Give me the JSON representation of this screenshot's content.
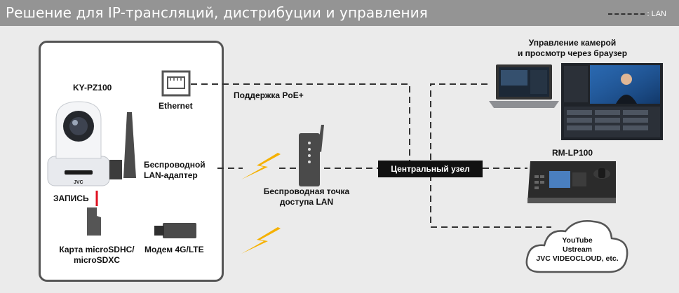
{
  "header": {
    "title": "Решение для IP-трансляций, дистрибуции и управления",
    "legend_label": ": LAN"
  },
  "camera": {
    "model": "KY-PZ100",
    "brand": "JVC",
    "record_label": "ЗАПИСЬ"
  },
  "ports": {
    "ethernet": "Ethernet",
    "wireless_line1": "Беспроводной",
    "wireless_line2": "LAN-адаптер",
    "modem": "Модем 4G/LTE"
  },
  "card": {
    "line1": "Карта microSDHC/",
    "line2": "microSDXC"
  },
  "poe_label": "Поддержка PoE+",
  "access_point": {
    "line1": "Беспроводная точка",
    "line2": "доступа LAN"
  },
  "hub_label": "Центральный узел",
  "browser": {
    "line1": "Управление камерой",
    "line2": "и просмотр через браузер"
  },
  "controller": {
    "model": "RM-LP100"
  },
  "cloud": {
    "line1": "YouTube",
    "line2": "Ustream",
    "line3": "JVC VIDEOCLOUD, etc."
  },
  "colors": {
    "header": "#949494",
    "lightning": "#f5b100",
    "record_line": "#e01020",
    "hub": "#111111"
  }
}
